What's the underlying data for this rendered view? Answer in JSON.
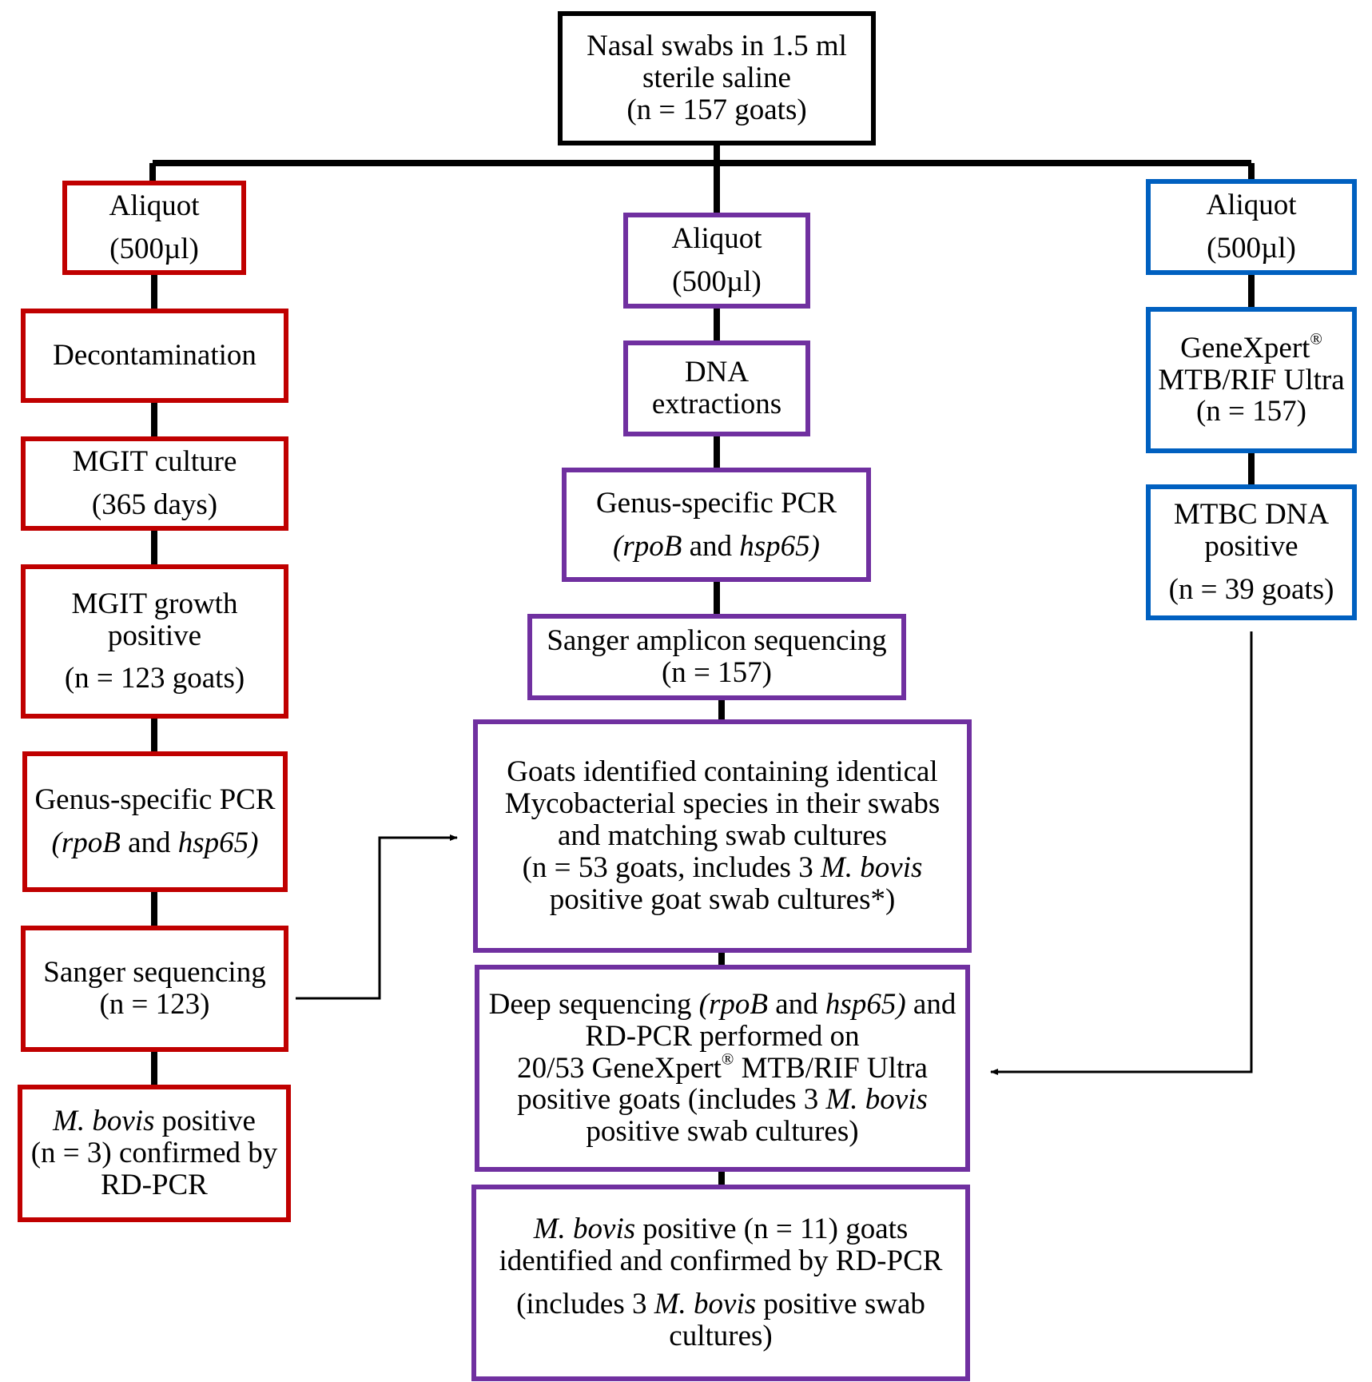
{
  "root": {
    "line1": "Nasal swabs in 1.5 ml",
    "line2": "sterile saline",
    "line3": "(n = 157  goats)"
  },
  "left": {
    "aliquot": {
      "line1": "Aliquot",
      "line2": "(500µl)"
    },
    "decontamination": "Decontamination",
    "mgit_culture": {
      "line1": "MGIT culture",
      "line2": "(365 days)"
    },
    "mgit_growth": {
      "line1": "MGIT growth",
      "line2": "positive",
      "line3": "(n = 123 goats)"
    },
    "genus_pcr": {
      "line1": "Genus-specific PCR",
      "gene1": "rpoB",
      "and": "and",
      "gene2": "hsp65)",
      "open": "("
    },
    "sanger": {
      "line1": "Sanger sequencing",
      "line2": "(n = 123)"
    },
    "bovis": {
      "species": "M. bovis",
      "rest": "positive",
      "line2": "(n = 3) confirmed by",
      "line3": "RD-PCR"
    }
  },
  "middle": {
    "aliquot": {
      "line1": "Aliquot",
      "line2": "(500µl)"
    },
    "dna": {
      "line1": "DNA",
      "line2": "extractions"
    },
    "genus_pcr": {
      "line1": "Genus-specific PCR",
      "gene1": "rpoB",
      "and": "and",
      "gene2": "hsp65)",
      "open": "("
    },
    "sanger": {
      "line1": "Sanger amplicon sequencing",
      "line2": "(n = 157)"
    },
    "identified": {
      "line1": "Goats identified containing identical",
      "line2": "Mycobacterial species in their swabs",
      "line3": "and matching swab cultures",
      "line4a": "(n = 53 goats, includes 3",
      "line4b": "M. bovis",
      "line5": "positive goat swab cultures*)"
    },
    "deep": {
      "line1a": "Deep sequencing",
      "line1b": "(rpoB",
      "line1c": "and",
      "line1d": "hsp65)",
      "line1e": "and",
      "line2": "RD-PCR performed on",
      "line3a": "20/53 GeneXpert",
      "line3sup": "®",
      "line3b": "MTB/RIF Ultra",
      "line4a": "positive goats (includes 3",
      "line4b": "M. bovis",
      "line5": "positive swab cultures)"
    },
    "final": {
      "line1a": "M. bovis",
      "line1b": "positive (n = 11) goats",
      "line2": "identified and confirmed by RD-PCR",
      "line3a": "(includes 3",
      "line3b": "M. bovis",
      "line3c": "positive swab",
      "line4": "cultures)"
    }
  },
  "right": {
    "aliquot": {
      "line1": "Aliquot",
      "line2": "(500µl)"
    },
    "genexpert": {
      "line1": "GeneXpert",
      "sup": "®",
      "line2": "MTB/RIF Ultra",
      "line3": "(n = 157)"
    },
    "mtbc": {
      "line1": "MTBC DNA",
      "line2": "positive",
      "line3": "(n = 39 goats)"
    }
  },
  "colors": {
    "left": "#c00000",
    "middle": "#7030a0",
    "right": "#0060c0",
    "root": "#000000"
  }
}
